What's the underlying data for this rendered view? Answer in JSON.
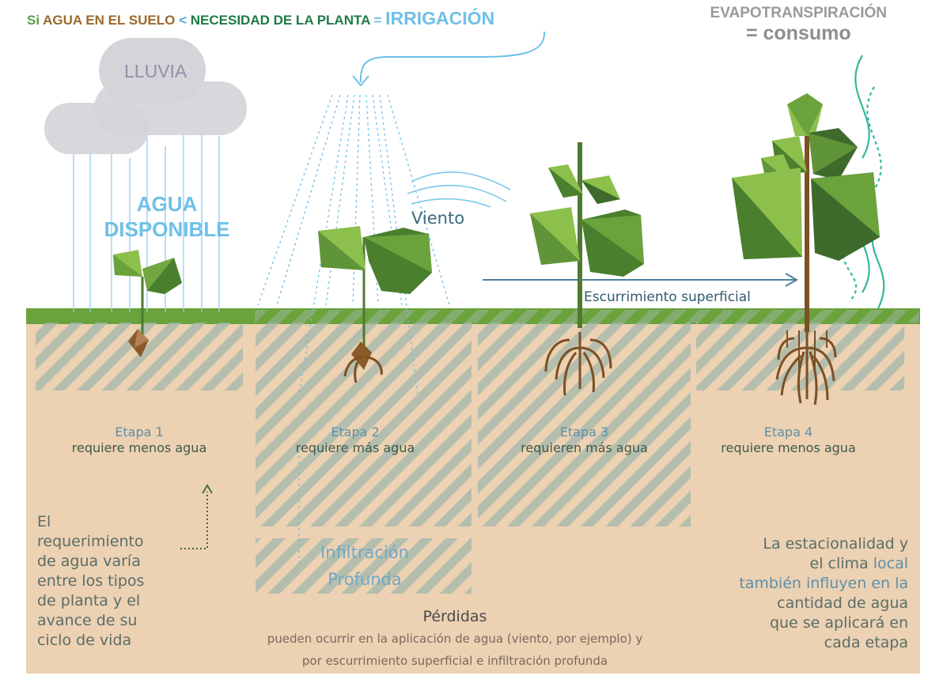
{
  "title": {
    "si": "Si",
    "agua_suelo": "AGUA EN EL SUELO",
    "lt": "<",
    "necesidad": "NECESIDAD DE LA PLANTA",
    "eq": "=",
    "irrigacion": "IRRIGACIÓN"
  },
  "evapo": {
    "line1": "EVAPOTRANSPIRACIÓN",
    "line2": "= consumo"
  },
  "lluvia": "LLUVIA",
  "agua_disponible": {
    "line1": "AGUA",
    "line2": "DISPONIBLE"
  },
  "viento": "Viento",
  "escurrimiento": "Escurrimiento superficial",
  "stages": [
    {
      "name": "Etapa 1",
      "desc": "requiere menos agua"
    },
    {
      "name": "Etapa 2",
      "desc": "requiere más agua"
    },
    {
      "name": "Etapa 3",
      "desc": "requieren más agua"
    },
    {
      "name": "Etapa 4",
      "desc": "requiere menos agua"
    }
  ],
  "infiltracion": {
    "line1": "Infiltración",
    "line2": "Profunda"
  },
  "left_note": [
    "El",
    "requerimiento",
    "de agua varía",
    "entre los tipos",
    "de planta y el",
    "avance de su",
    "ciclo de vida"
  ],
  "right_note": {
    "l1": "La estacionalidad y",
    "l2a": "el clima",
    "l2b": "local",
    "l3": "también influyen en la",
    "l4": "cantidad de agua",
    "l5": "que se aplicará en",
    "l6": "cada etapa"
  },
  "perdidas": {
    "title": "Pérdidas",
    "line1": "pueden ocurrir en la aplicación de agua (viento, por ejemplo) y",
    "line2": "por escurrimiento superficial e infiltración profunda"
  },
  "colors": {
    "soil": "#ecd1b3",
    "grass": "#6aa23c",
    "stripe": "#a3b8aa",
    "stem": "#4f7a32",
    "trunk": "#7c4f24",
    "leaf_light": "#8cbf4c",
    "leaf_dark": "#3e6a2c",
    "water": "#6fc0e8",
    "title_brown": "#9a6a2c",
    "title_green": "#1d7a43",
    "cloud": "#d6d4d9",
    "teal": "#33b89e"
  }
}
